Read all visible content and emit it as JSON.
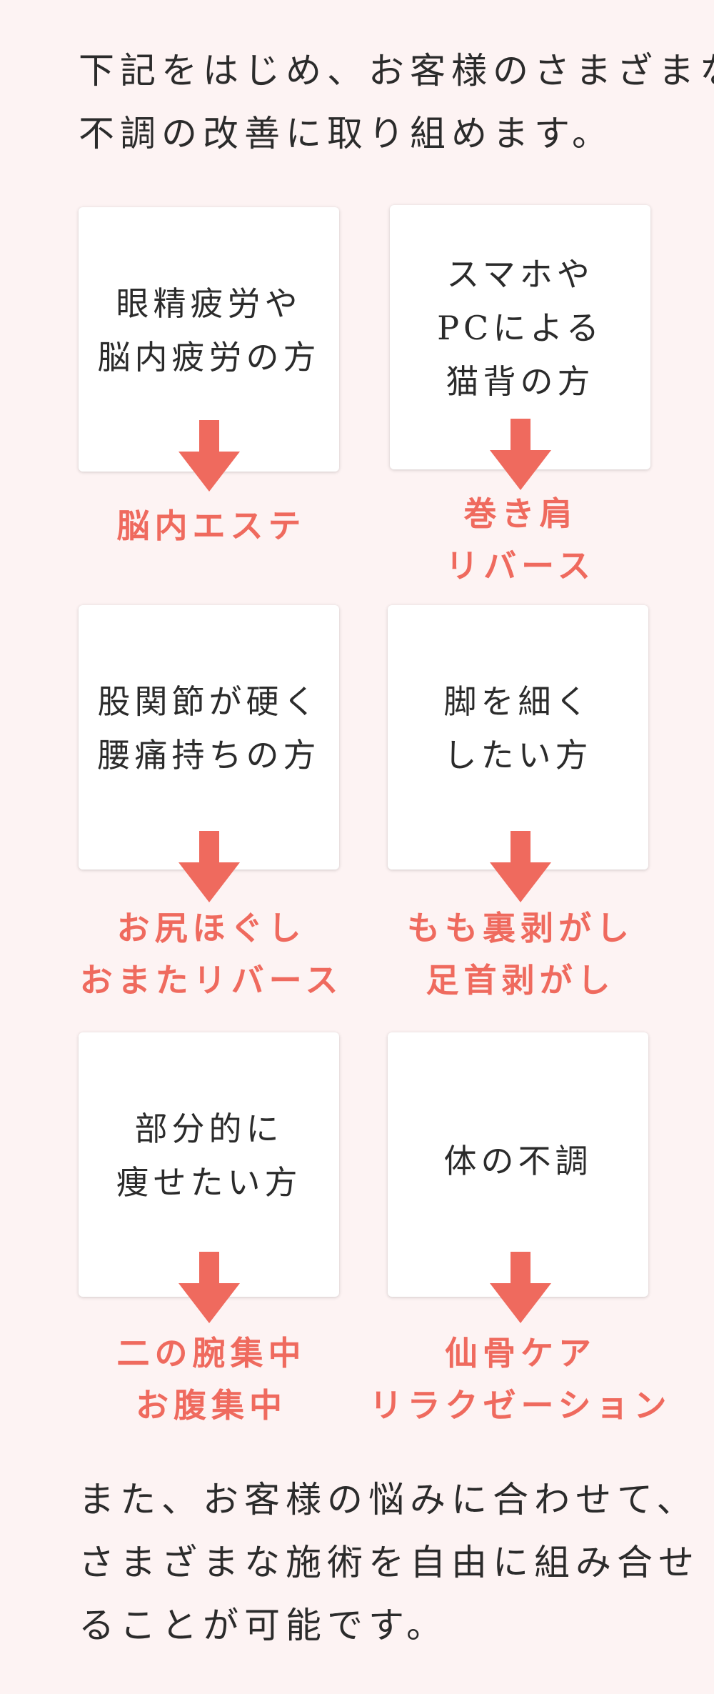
{
  "intro": {
    "line1": "下記をはじめ、お客様のさまざまな",
    "line2": "不調の改善に取り組めます。"
  },
  "cards": [
    {
      "line1": "眼精疲労や",
      "line2": "脳内疲労の方",
      "result1": "脳内エステ",
      "result2": ""
    },
    {
      "line1": "スマホや",
      "line2": "PCによる",
      "line3": "猫背の方",
      "result1": "巻き肩",
      "result2": "リバース"
    },
    {
      "line1": "股関節が硬く",
      "line2": "腰痛持ちの方",
      "result1": "お尻ほぐし",
      "result2": "おまたリバース"
    },
    {
      "line1": "脚を細く",
      "line2": "したい方",
      "result1": "もも裏剥がし",
      "result2": "足首剥がし"
    },
    {
      "line1": "部分的に",
      "line2": "痩せたい方",
      "result1": "二の腕集中",
      "result2": "お腹集中"
    },
    {
      "line1": "体の不調",
      "line2": "",
      "result1": "仙骨ケア",
      "result2": "リラクゼーション"
    }
  ],
  "outro": {
    "line1": "また、お客様の悩みに合わせて、",
    "line2": "さまざまな施術を自由に組み合せ",
    "line3": "ることが可能です。"
  },
  "colors": {
    "accent": "#ef6a5e",
    "background": "#fdf3f3",
    "card": "#ffffff",
    "text": "#2b2b2b"
  },
  "icons": {
    "arrow": "down-arrow-icon"
  }
}
